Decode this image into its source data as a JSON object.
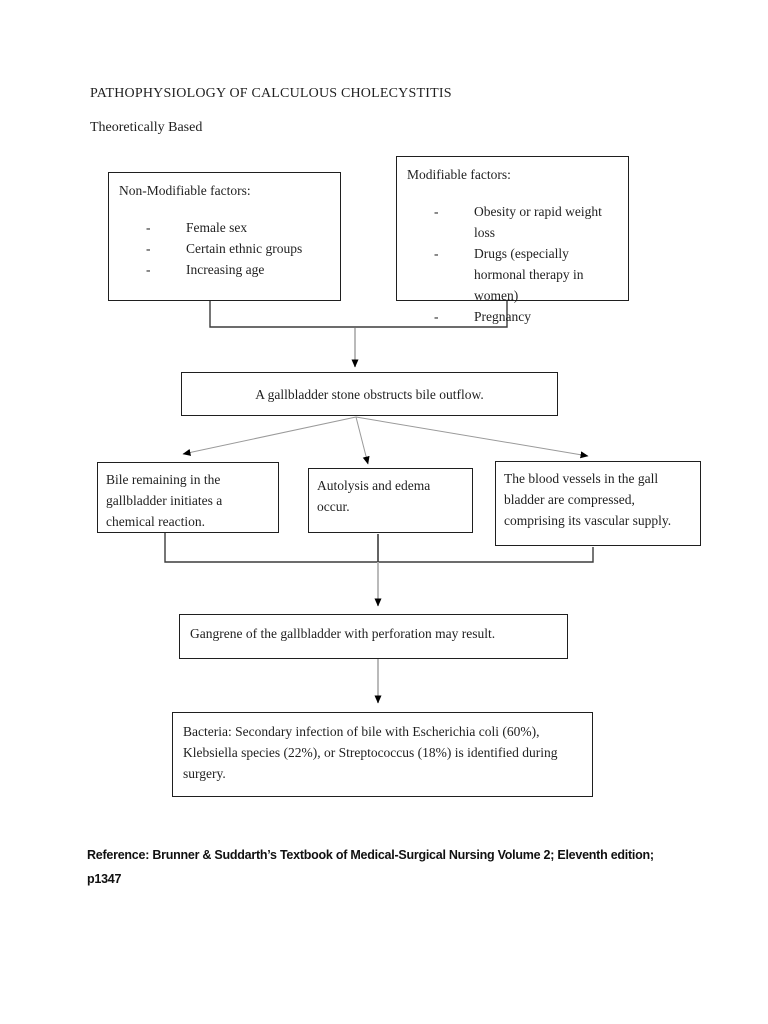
{
  "page": {
    "title": "PATHOPHYSIOLOGY OF CALCULOUS CHOLECYSTITIS",
    "subtitle": "Theoretically Based",
    "reference": {
      "line1": "Reference: Brunner & Suddarth’s Textbook of Medical-Surgical Nursing Volume 2; Eleventh edition;",
      "line2": "p1347"
    }
  },
  "flowchart": {
    "bullet": "-",
    "non_modifiable": {
      "heading": "Non-Modifiable factors:",
      "items": [
        "Female sex",
        "Certain ethnic groups",
        "Increasing age"
      ]
    },
    "modifiable": {
      "heading": "Modifiable factors:",
      "items": [
        "Obesity or rapid weight loss",
        "Drugs (especially hormonal therapy in women)",
        "Pregnancy"
      ]
    },
    "obstruction": "A gallbladder stone obstructs bile outflow.",
    "bile": "Bile remaining in the gallbladder initiates a chemical reaction.",
    "autolysis": "Autolysis and edema occur.",
    "vessels": "The blood vessels in the gall bladder are compressed, comprising its vascular supply.",
    "gangrene": "Gangrene of the gallbladder with perforation may result.",
    "bacteria": "Bacteria: Secondary infection of bile with Escherichia coli (60%), Klebsiella species (22%), or Streptococcus (18%) is identified during surgery."
  },
  "colors": {
    "box_border": "#1f1f1f",
    "text": "#1f1f1f",
    "connector_dark": "#3c3c3c",
    "arrow_shaft_gray": "#b3b3b3",
    "fan_line_gray": "#9a9a9a",
    "arrowhead": "#000000"
  }
}
